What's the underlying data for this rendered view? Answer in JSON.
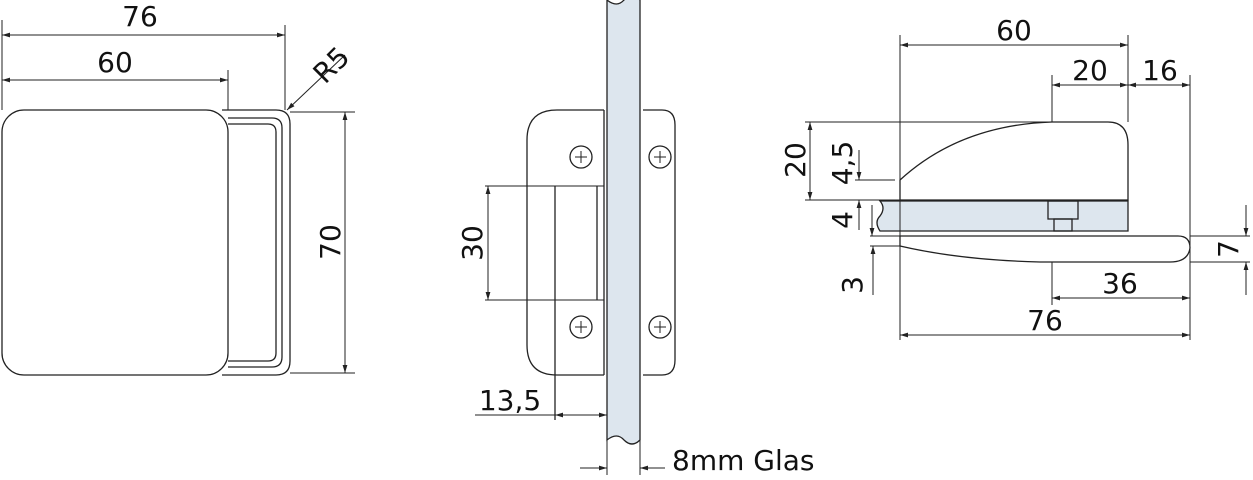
{
  "front_view": {
    "width_total": "76",
    "width_body": "60",
    "radius": "R5",
    "height": "70"
  },
  "side_view": {
    "height": "30",
    "offset": "13,5",
    "glass_label": "8mm Glas"
  },
  "top_view": {
    "width_body": "60",
    "width_nose": "20",
    "overhang": "16",
    "body_height": "20",
    "taper": "4,5",
    "gap": "4",
    "plate_thickness": "7",
    "plate_taper": "3",
    "plate_length": "36",
    "total_length": "76"
  },
  "colors": {
    "glass": "#dde6ee",
    "line": "#222222"
  }
}
